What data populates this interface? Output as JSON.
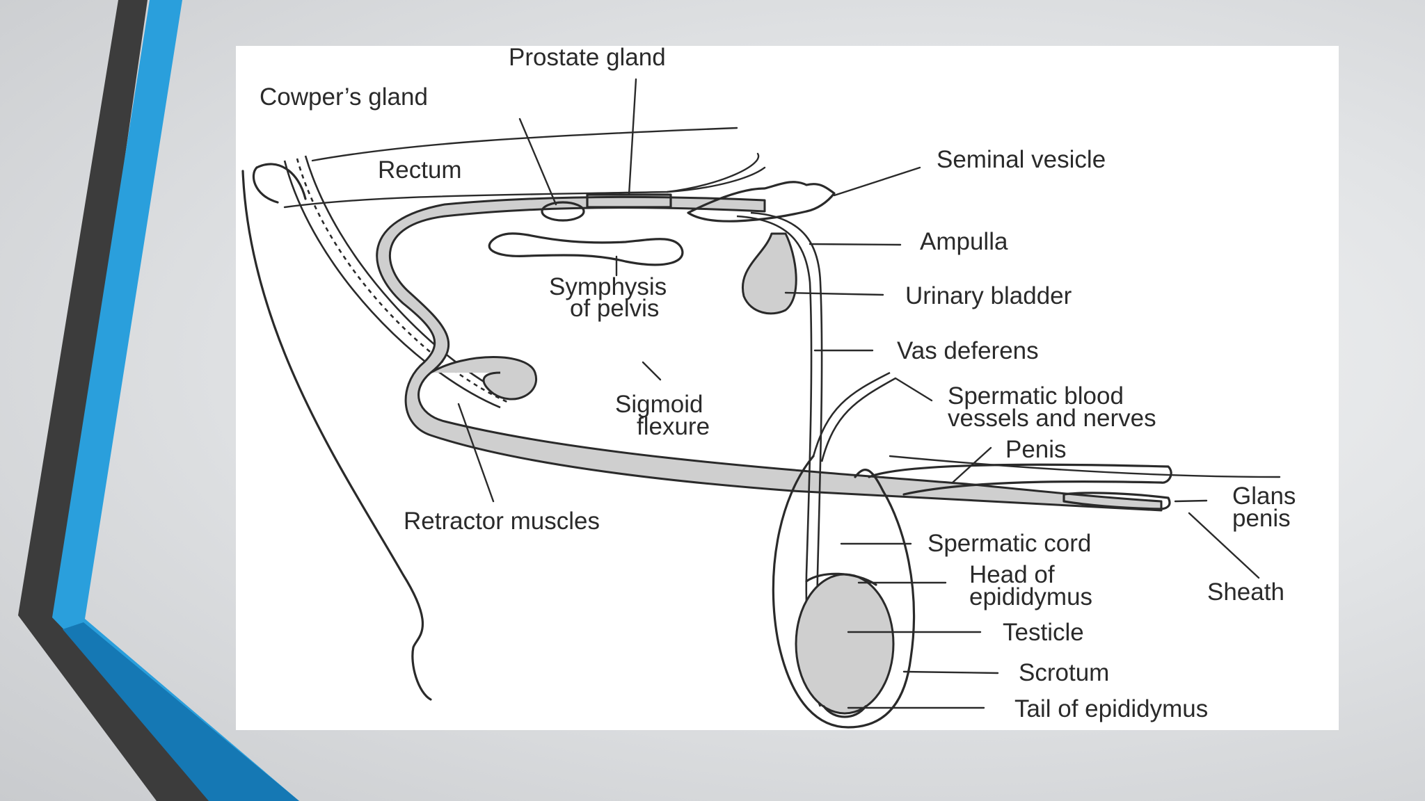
{
  "theme": {
    "accent_blue": "#2a9fdc",
    "accent_dark": "#3c3c3c",
    "dark_blue": "#1578b4"
  },
  "diagram": {
    "labels": {
      "prostate_gland": "Prostate gland",
      "cowpers_gland": "Cowper’s gland",
      "rectum": "Rectum",
      "seminal_vesicle": "Seminal vesicle",
      "ampulla": "Ampulla",
      "symphysis_line1": "Symphysis",
      "symphysis_line2": "of pelvis",
      "urinary_bladder": "Urinary bladder",
      "vas_deferens": "Vas deferens",
      "spermatic_blood_line1": "Spermatic blood",
      "spermatic_blood_line2": "vessels and nerves",
      "sigmoid_line1": "Sigmoid",
      "sigmoid_line2": "flexure",
      "penis": "Penis",
      "glans_line1": "Glans",
      "glans_line2": "penis",
      "retractor_muscles": "Retractor muscles",
      "spermatic_cord": "Spermatic cord",
      "head_epididymus_line1": "Head of",
      "head_epididymus_line2": "epididymus",
      "sheath": "Sheath",
      "testicle": "Testicle",
      "scrotum": "Scrotum",
      "tail_of_epididymus": "Tail of epididymus"
    }
  }
}
